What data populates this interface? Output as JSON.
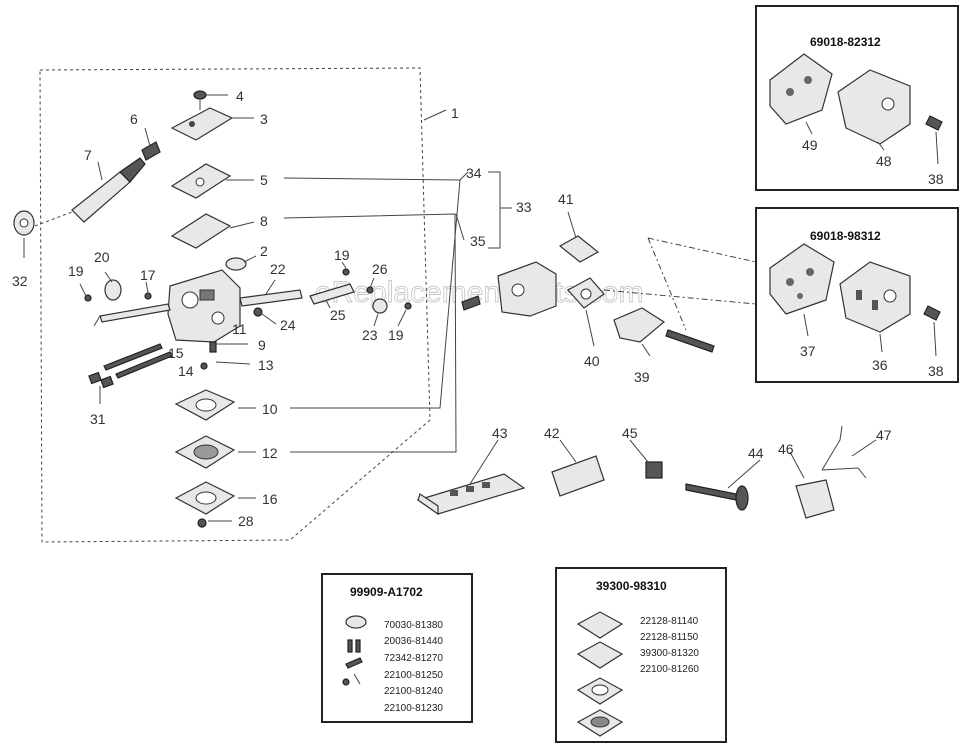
{
  "watermark": "eReplacementParts.com",
  "part_numbers": {
    "p1": "1",
    "p2": "2",
    "p3": "3",
    "p4": "4",
    "p5": "5",
    "p6": "6",
    "p7": "7",
    "p8": "8",
    "p9": "9",
    "p10": "10",
    "p11": "11",
    "p12": "12",
    "p13": "13",
    "p14": "14",
    "p15": "15",
    "p16": "16",
    "p17": "17",
    "p19a": "19",
    "p19b": "19",
    "p19c": "19",
    "p20": "20",
    "p22": "22",
    "p23": "23",
    "p24": "24",
    "p25": "25",
    "p26": "26",
    "p28": "28",
    "p31": "31",
    "p32": "32",
    "p33": "33",
    "p34": "34",
    "p35": "35",
    "p36": "36",
    "p37": "37",
    "p38a": "38",
    "p38b": "38",
    "p39": "39",
    "p40": "40",
    "p41": "41",
    "p42": "42",
    "p43": "43",
    "p44": "44",
    "p45": "45",
    "p46": "46",
    "p47": "47",
    "p48": "48",
    "p49": "49"
  },
  "kits": {
    "top_right": {
      "number": "69018-82312"
    },
    "mid_right": {
      "number": "69018-98312"
    },
    "bottom_left": {
      "number": "99909-A1702",
      "parts": [
        "70030-81380",
        "20036-81440",
        "72342-81270",
        "22100-81250",
        "22100-81240",
        "22100-81230"
      ]
    },
    "bottom_right": {
      "number": "39300-98310",
      "parts": [
        "22128-81140",
        "22128-81150",
        "39300-81320",
        "22100-81260"
      ]
    }
  }
}
